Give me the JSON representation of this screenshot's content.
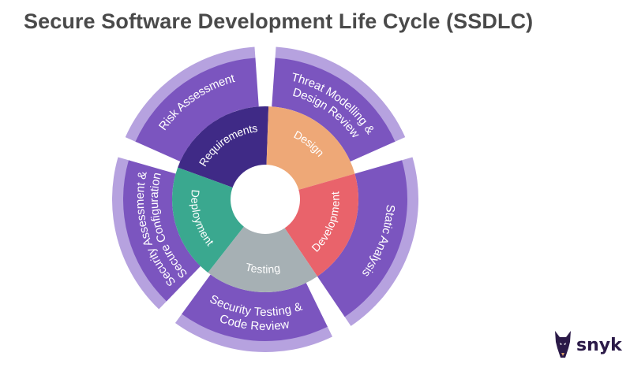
{
  "title": "Secure Software Development Life Cycle (SSDLC)",
  "outer_ring": [
    {
      "lines": [
        "Risk Assessment"
      ],
      "color": "#7b55bf"
    },
    {
      "lines": [
        "Threat Modelling &",
        "Design Review"
      ],
      "color": "#7b55bf"
    },
    {
      "lines": [
        "Static Analysis"
      ],
      "color": "#7b55bf"
    },
    {
      "lines": [
        "Security Testing &",
        "Code Review"
      ],
      "color": "#7b55bf"
    },
    {
      "lines": [
        "Security Assessment &",
        "Secure Configuration"
      ],
      "color": "#7b55bf"
    }
  ],
  "inner_ring": [
    {
      "label": "Requirements",
      "color": "#3f2a86"
    },
    {
      "label": "Design",
      "color": "#eea877"
    },
    {
      "label": "Development",
      "color": "#e9636b"
    },
    {
      "label": "Testing",
      "color": "#a6b0b4"
    },
    {
      "label": "Deployment",
      "color": "#3aa88f"
    }
  ],
  "colors": {
    "outer_rim": "#b6a2df",
    "title": "#4a4a4a"
  },
  "logo": {
    "icon": "doberman-icon",
    "word": "snyk"
  }
}
